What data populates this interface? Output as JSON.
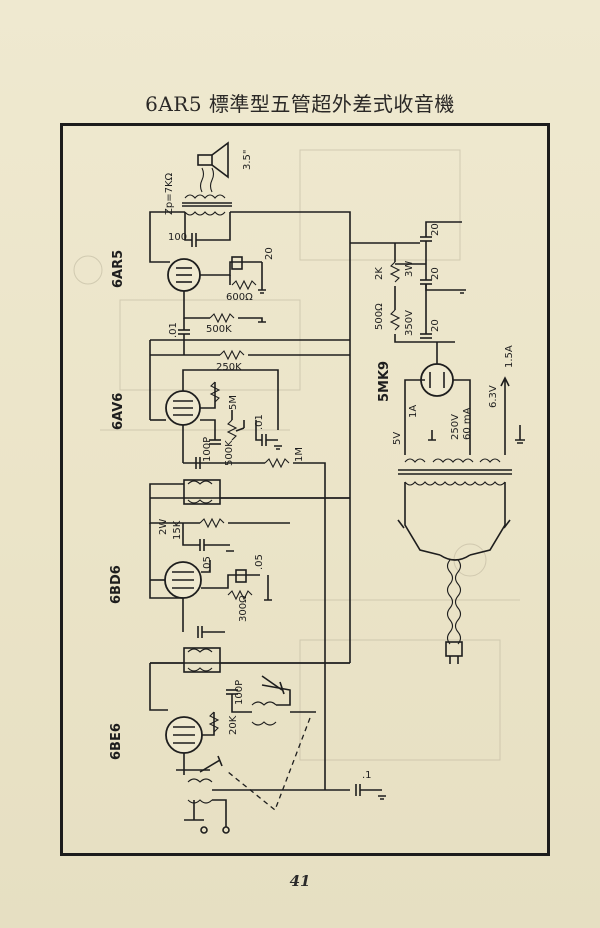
{
  "title": "6AR5 標準型五管超外差式收音機",
  "page_number": "41",
  "tubes": {
    "output": "6AR5",
    "audio": "6AV6",
    "if_amp": "6BD6",
    "converter": "6BE6",
    "rectifier": "5MK9"
  },
  "speaker": {
    "impedance": "Zp=7KΩ",
    "size": "3.5\""
  },
  "components": {
    "c_100_out": "100",
    "c_20_cathode": "20",
    "r_600": "600Ω",
    "r_500k_grid": "500K",
    "c_01_coupling": ".01",
    "r_250k": "250K",
    "r_5m": "5M",
    "c_100p_det": "100P",
    "vr_500k": "500K",
    "c_01_det": ".01",
    "r_1m": "1M",
    "r_15k": "15K",
    "r_15k_watt": "2W",
    "c_05_a": ".05",
    "c_05_b": ".05",
    "r_300": "300Ω",
    "c_100p_osc": "100P",
    "r_20k": "20K",
    "c_1_ant": ".1",
    "ps_c_20_top": "20",
    "ps_c_20_mid": "20",
    "ps_c_20_low": "20",
    "ps_r_2k": "2K",
    "ps_r_2k_watt": "3W",
    "ps_r_500": "500Ω",
    "ps_r_500_volt": "350V"
  },
  "transformer": {
    "v5": "5V",
    "a1": "1A",
    "hv": "250V",
    "hv_current": "60 mA",
    "heater_v": "6.3V",
    "heater_a": "1.5A"
  }
}
